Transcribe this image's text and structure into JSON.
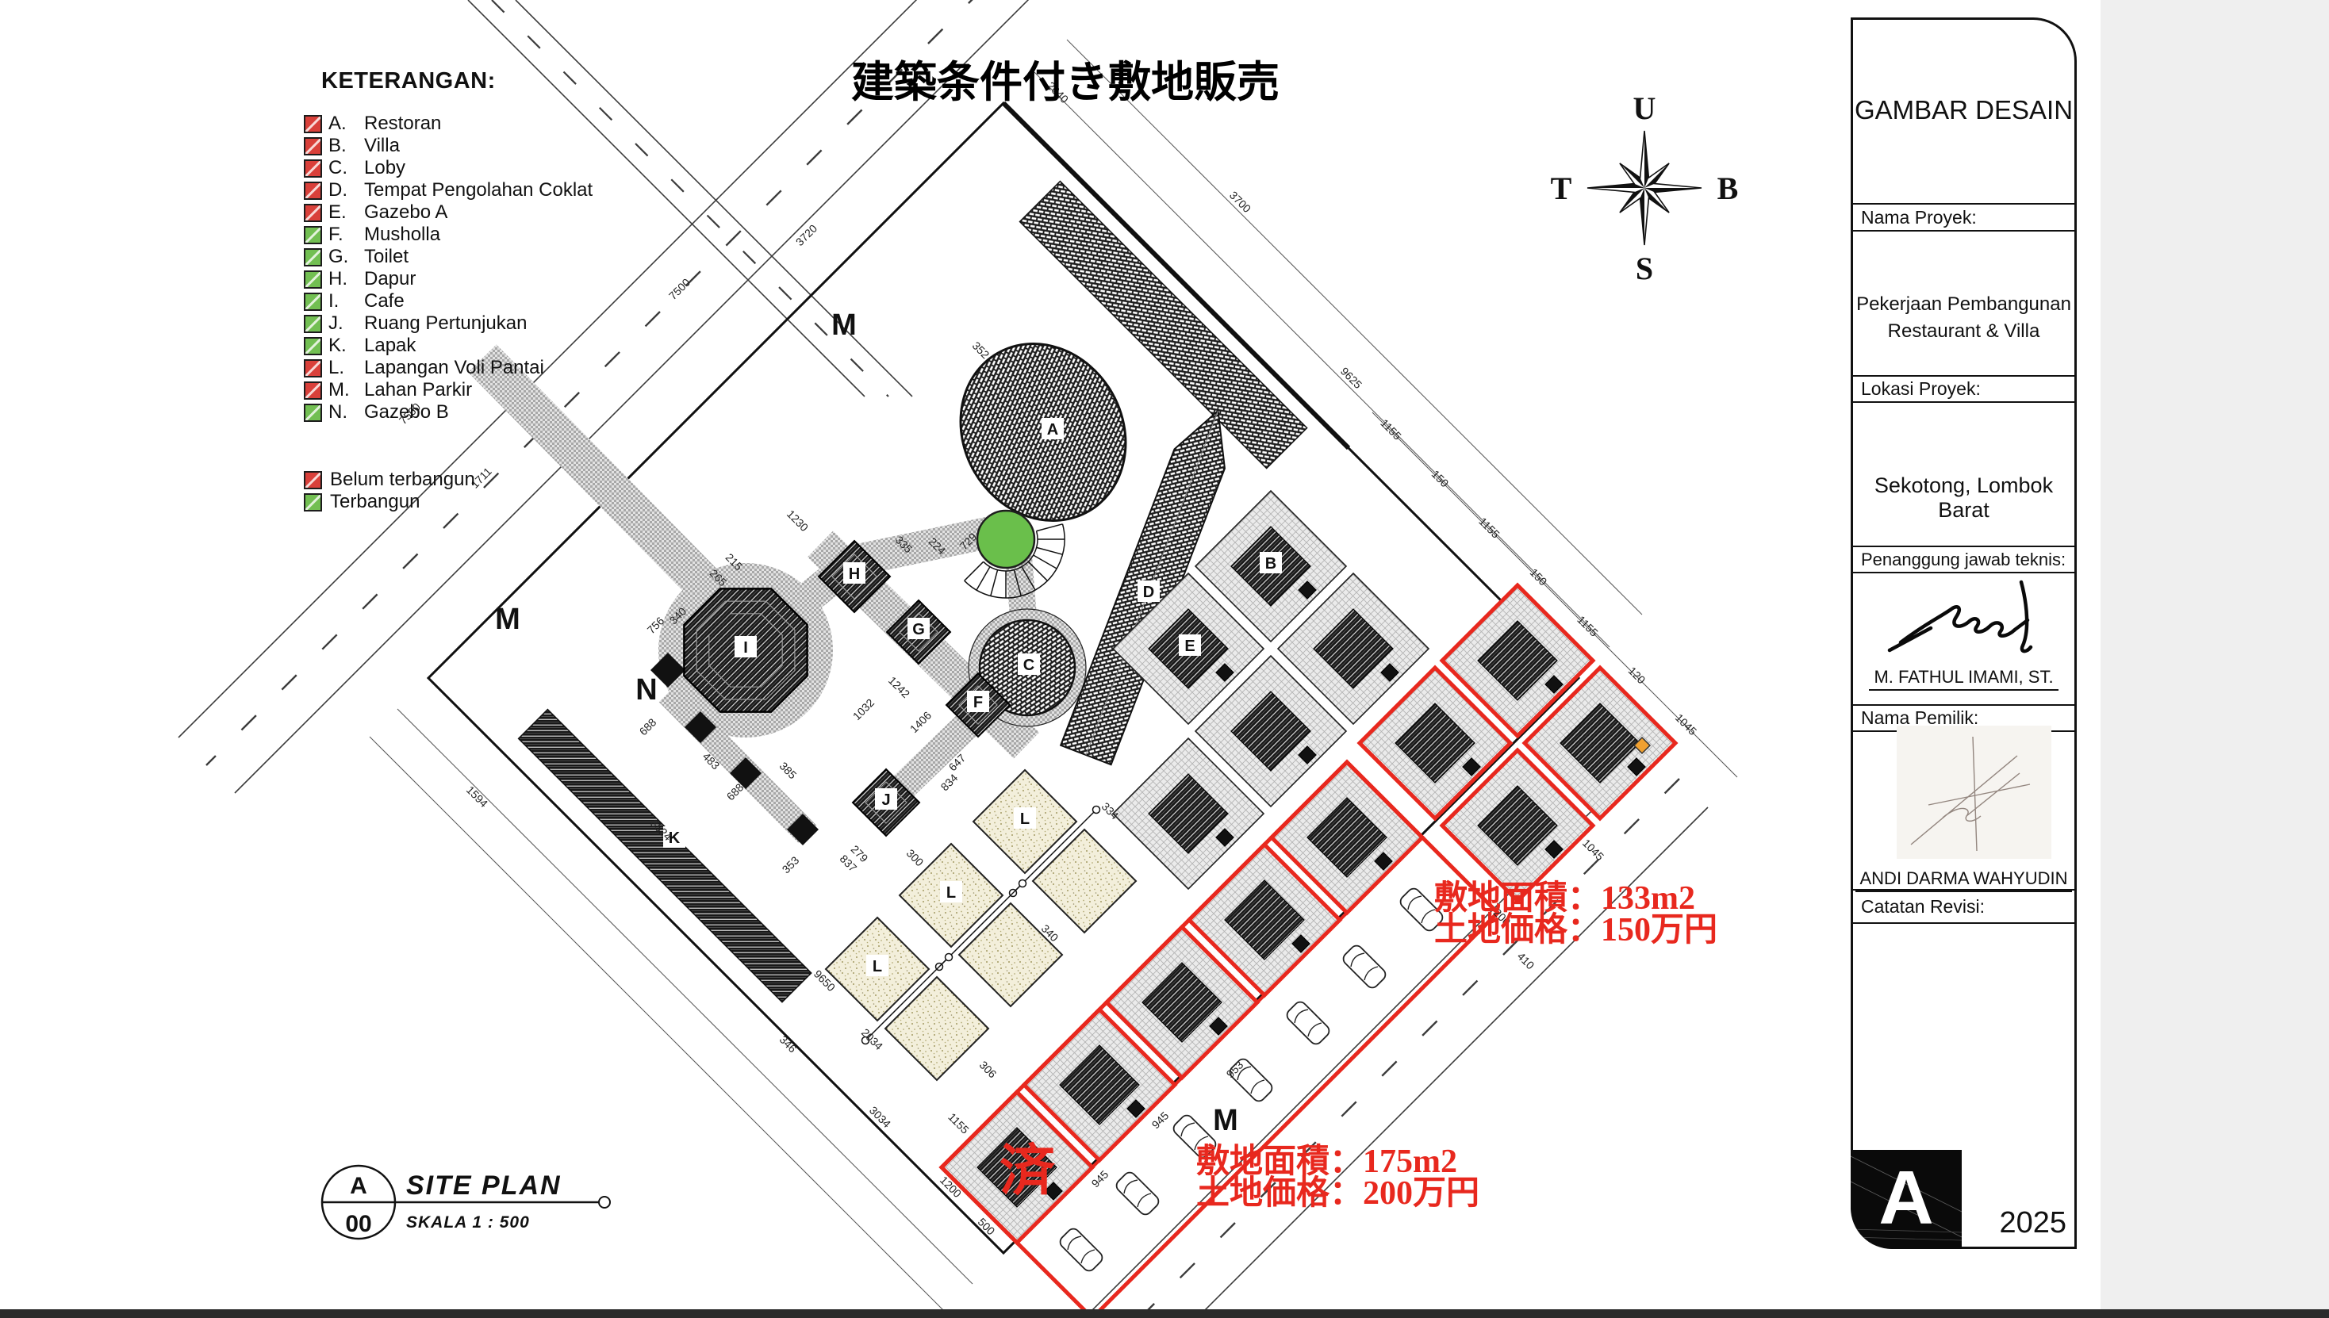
{
  "page": {
    "title": "建築条件付き敷地販売"
  },
  "colors": {
    "red": "#d9403a",
    "green": "#72bf52",
    "annotation": "#e8281e",
    "bar": "#2b2b2b"
  },
  "legend": {
    "heading": "KETERANGAN:",
    "items": [
      {
        "letter": "A.",
        "name": "Restoran",
        "color": "red"
      },
      {
        "letter": "B.",
        "name": "Villa",
        "color": "red"
      },
      {
        "letter": "C.",
        "name": "Loby",
        "color": "red"
      },
      {
        "letter": "D.",
        "name": "Tempat Pengolahan Coklat",
        "color": "red"
      },
      {
        "letter": "E.",
        "name": "Gazebo A",
        "color": "red"
      },
      {
        "letter": "F.",
        "name": "Musholla",
        "color": "green"
      },
      {
        "letter": "G.",
        "name": "Toilet",
        "color": "green"
      },
      {
        "letter": "H.",
        "name": "Dapur",
        "color": "green"
      },
      {
        "letter": "I.",
        "name": "Cafe",
        "color": "green"
      },
      {
        "letter": "J.",
        "name": "Ruang Pertunjukan",
        "color": "green"
      },
      {
        "letter": "K.",
        "name": "Lapak",
        "color": "green"
      },
      {
        "letter": "L.",
        "name": "Lapangan Voli Pantai",
        "color": "red"
      },
      {
        "letter": "M.",
        "name": "Lahan Parkir",
        "color": "red"
      },
      {
        "letter": "N.",
        "name": "Gazebo B",
        "color": "green"
      }
    ],
    "status": [
      {
        "label": "Belum terbangun",
        "color": "red"
      },
      {
        "label": "Terbangun",
        "color": "green"
      }
    ]
  },
  "compass": {
    "north": "U",
    "south": "S",
    "west": "T",
    "east": "B"
  },
  "annotations": {
    "sold": "済",
    "lot133_line1": "敷地面積：133m2",
    "lot133_line2": "土地価格：150万円",
    "lot175_line1": "敷地面積：175m2",
    "lot175_line2": "土地価格：200万円"
  },
  "markers": [
    {
      "letter": "A"
    },
    {
      "letter": "B"
    },
    {
      "letter": "C"
    },
    {
      "letter": "D"
    },
    {
      "letter": "E"
    },
    {
      "letter": "F"
    },
    {
      "letter": "G"
    },
    {
      "letter": "H"
    },
    {
      "letter": "I"
    },
    {
      "letter": "J"
    },
    {
      "letter": "K"
    },
    {
      "letter": "L"
    },
    {
      "letter": "L"
    },
    {
      "letter": "L"
    },
    {
      "letter": "M"
    },
    {
      "letter": "M"
    },
    {
      "letter": "M"
    },
    {
      "letter": "N"
    }
  ],
  "dims": [
    {
      "t": "2040"
    },
    {
      "t": "3700"
    },
    {
      "t": "9625"
    },
    {
      "t": "3720"
    },
    {
      "t": "352"
    },
    {
      "t": "7500"
    },
    {
      "t": "7560"
    },
    {
      "t": "1711"
    },
    {
      "t": "1594"
    },
    {
      "t": "3524"
    },
    {
      "t": "9650"
    },
    {
      "t": "3034"
    },
    {
      "t": "1155"
    },
    {
      "t": "1200"
    },
    {
      "t": "500"
    },
    {
      "t": "306"
    },
    {
      "t": "2034"
    },
    {
      "t": "837"
    },
    {
      "t": "346"
    },
    {
      "t": "340"
    },
    {
      "t": "334"
    },
    {
      "t": "1230"
    },
    {
      "t": "1242"
    },
    {
      "t": "647"
    },
    {
      "t": "385"
    },
    {
      "t": "483"
    },
    {
      "t": "688"
    },
    {
      "t": "688"
    },
    {
      "t": "353"
    },
    {
      "t": "279"
    },
    {
      "t": "300"
    },
    {
      "t": "834"
    },
    {
      "t": "1406"
    },
    {
      "t": "1032"
    },
    {
      "t": "335"
    },
    {
      "t": "224"
    },
    {
      "t": "729"
    },
    {
      "t": "756"
    },
    {
      "t": "340"
    },
    {
      "t": "265"
    },
    {
      "t": "215"
    },
    {
      "t": "1155"
    },
    {
      "t": "150"
    },
    {
      "t": "1155"
    },
    {
      "t": "150"
    },
    {
      "t": "1155"
    },
    {
      "t": "120"
    },
    {
      "t": "1045"
    },
    {
      "t": "945"
    },
    {
      "t": "945"
    },
    {
      "t": "953"
    },
    {
      "t": "200"
    },
    {
      "t": "410"
    },
    {
      "t": "1045"
    }
  ],
  "site_label": {
    "sheet": "A",
    "number": "00",
    "name": "SITE PLAN",
    "scale": "SKALA 1 : 500"
  },
  "titleblock": {
    "header": "GAMBAR DESAIN",
    "project_label": "Nama Proyek:",
    "project_line1": "Pekerjaan Pembangunan",
    "project_line2": "Restaurant & Villa",
    "location_label": "Lokasi Proyek:",
    "location": "Sekotong, Lombok Barat",
    "engineer_label": "Penanggung jawab teknis:",
    "engineer": "M. FATHUL IMAMI, ST.",
    "owner_label": "Nama Pemilik:",
    "owner": "ANDI DARMA WAHYUDIN",
    "revision_label": "Catatan Revisi:",
    "sheet": "A",
    "year": "2025"
  }
}
